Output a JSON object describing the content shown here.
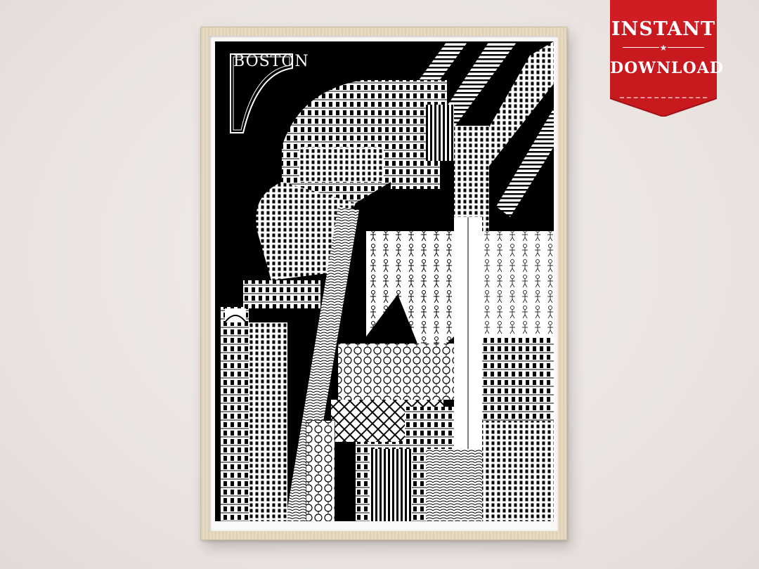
{
  "badge": {
    "line1": "INSTANT",
    "star": "★",
    "line2": "DOWNLOAD",
    "color": "#c8191f"
  },
  "artwork": {
    "title": "BOSTON"
  },
  "colors": {
    "wall": "#ece6e3",
    "frame_wood": "#e5d8c0",
    "mat": "#faf9f7",
    "ink": "#000000",
    "paper": "#ffffff"
  }
}
